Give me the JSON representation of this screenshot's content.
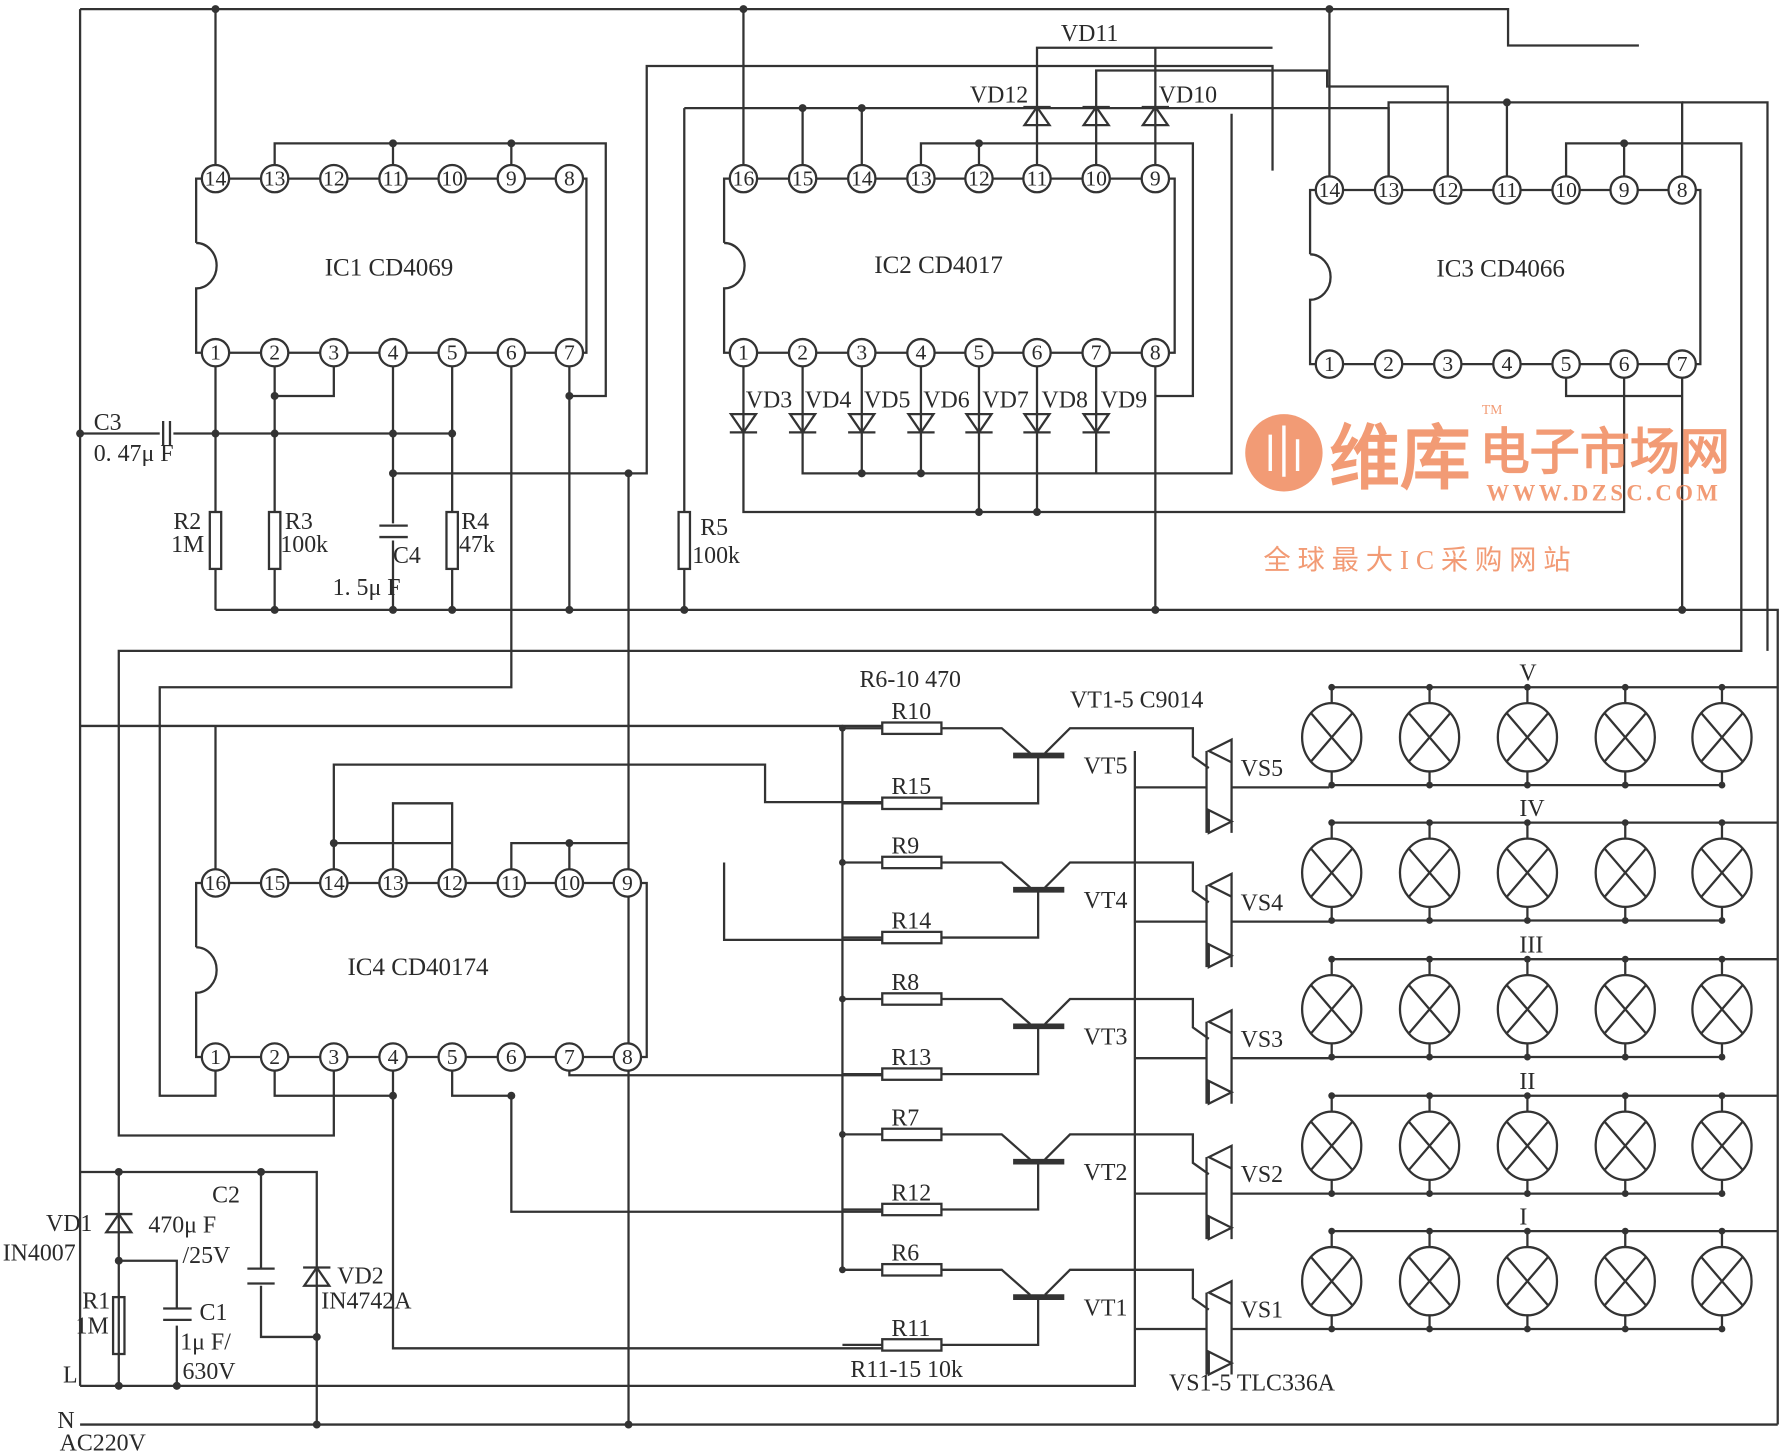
{
  "ics": [
    {
      "id": "ic1",
      "label": "IC1  CD4069",
      "pins_top": [
        "14",
        "13",
        "12",
        "11",
        "10",
        "9",
        "8"
      ],
      "pins_bottom": [
        "1",
        "2",
        "3",
        "4",
        "5",
        "6",
        "7"
      ]
    },
    {
      "id": "ic2",
      "label": "IC2  CD4017",
      "pins_top": [
        "16",
        "15",
        "14",
        "13",
        "12",
        "11",
        "10",
        "9"
      ],
      "pins_bottom": [
        "1",
        "2",
        "3",
        "4",
        "5",
        "6",
        "7",
        "8"
      ]
    },
    {
      "id": "ic3",
      "label": "IC3  CD4066",
      "pins_top": [
        "14",
        "13",
        "12",
        "11",
        "10",
        "9",
        "8"
      ],
      "pins_bottom": [
        "1",
        "2",
        "3",
        "4",
        "5",
        "6",
        "7"
      ]
    },
    {
      "id": "ic4",
      "label": "IC4  CD40174",
      "pins_top": [
        "16",
        "15",
        "14",
        "13",
        "12",
        "11",
        "10",
        "9"
      ],
      "pins_bottom": [
        "1",
        "2",
        "3",
        "4",
        "5",
        "6",
        "7",
        "8"
      ]
    }
  ],
  "components": {
    "c3": "C3",
    "c3_value": "0. 47μ F",
    "r2": "R2",
    "r2_value": "1M",
    "r3": "R3",
    "r3_value": "100k",
    "c4": "C4",
    "c4_value": "1. 5μ F",
    "r4": "R4",
    "r4_value": "47k",
    "r5": "R5",
    "r5_value": "100k",
    "vd11": "VD11",
    "vd12": "VD12",
    "vd10": "VD10",
    "vd_row": [
      "VD3",
      "VD4",
      "VD5",
      "VD6",
      "VD7",
      "VD8",
      "VD9"
    ],
    "r6_10_note": "R6-10  470",
    "vt_note": "VT1-5  C9014",
    "r11_15_note": "R11-15  10k",
    "vs_note": "VS1-5  TLC336A",
    "vd1": "VD1",
    "vd1_value": "IN4007",
    "r1": "R1",
    "r1_value": "1M",
    "c1": "C1",
    "c1_value": "1μ F/",
    "c1_value2": "630V",
    "c2": "C2",
    "c2_value": "470μ F",
    "c2_value2": "/25V",
    "vd2": "VD2",
    "vd2_value": "IN4742A",
    "line_l": "L",
    "line_n": "N",
    "mains": "AC220V"
  },
  "stages": [
    {
      "base_r": "R10",
      "emit_r": "R15",
      "vt": "VT5",
      "vs": "VS5",
      "row": "V"
    },
    {
      "base_r": "R9",
      "emit_r": "R14",
      "vt": "VT4",
      "vs": "VS4",
      "row": "IV"
    },
    {
      "base_r": "R8",
      "emit_r": "R13",
      "vt": "VT3",
      "vs": "VS3",
      "row": "III"
    },
    {
      "base_r": "R7",
      "emit_r": "R12",
      "vt": "VT2",
      "vs": "VS2",
      "row": "II"
    },
    {
      "base_r": "R6",
      "emit_r": "R11",
      "vt": "VT1",
      "vs": "VS1",
      "row": "I"
    }
  ],
  "lamps_per_row": 5,
  "watermark": {
    "brand": "维库",
    "line1": "电子市场网",
    "url": "WWW.DZSC.COM",
    "slogan": "全 球 最 大 I C 采 购 网 站",
    "tm": "TM",
    "color": "#f08a5d"
  }
}
